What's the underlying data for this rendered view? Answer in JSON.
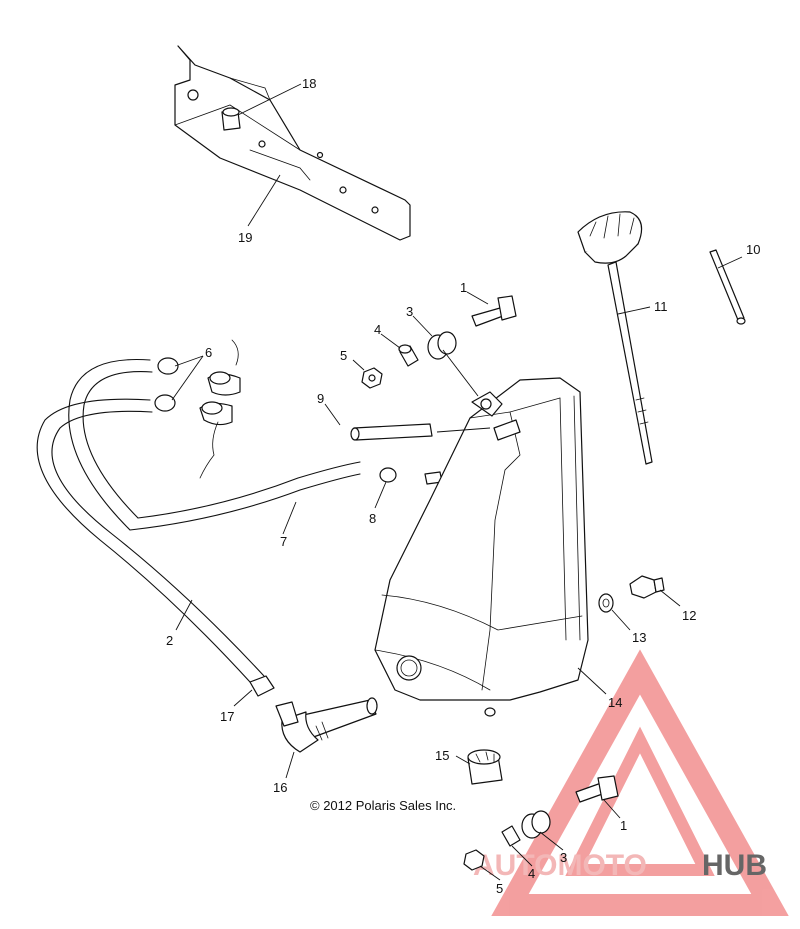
{
  "copyright": "© 2012 Polaris Sales Inc.",
  "watermark": {
    "brand_a": "AUTOMOTO",
    "brand_b": "HUB",
    "color_a": "#f0a0a0",
    "color_b": "#333333",
    "triangle_color": "#f08080"
  },
  "callouts": [
    {
      "id": "c18",
      "text": "18"
    },
    {
      "id": "c19",
      "text": "19"
    },
    {
      "id": "c10",
      "text": "10"
    },
    {
      "id": "c11",
      "text": "11"
    },
    {
      "id": "c1a",
      "text": "1"
    },
    {
      "id": "c3a",
      "text": "3"
    },
    {
      "id": "c4a",
      "text": "4"
    },
    {
      "id": "c5a",
      "text": "5"
    },
    {
      "id": "c6",
      "text": "6"
    },
    {
      "id": "c9",
      "text": "9"
    },
    {
      "id": "c8",
      "text": "8"
    },
    {
      "id": "c7",
      "text": "7"
    },
    {
      "id": "c2",
      "text": "2"
    },
    {
      "id": "c17",
      "text": "17"
    },
    {
      "id": "c16",
      "text": "16"
    },
    {
      "id": "c15",
      "text": "15"
    },
    {
      "id": "c12",
      "text": "12"
    },
    {
      "id": "c13",
      "text": "13"
    },
    {
      "id": "c14",
      "text": "14"
    },
    {
      "id": "c1b",
      "text": "1"
    },
    {
      "id": "c3b",
      "text": "3"
    },
    {
      "id": "c4b",
      "text": "4"
    },
    {
      "id": "c5b",
      "text": "5"
    }
  ]
}
